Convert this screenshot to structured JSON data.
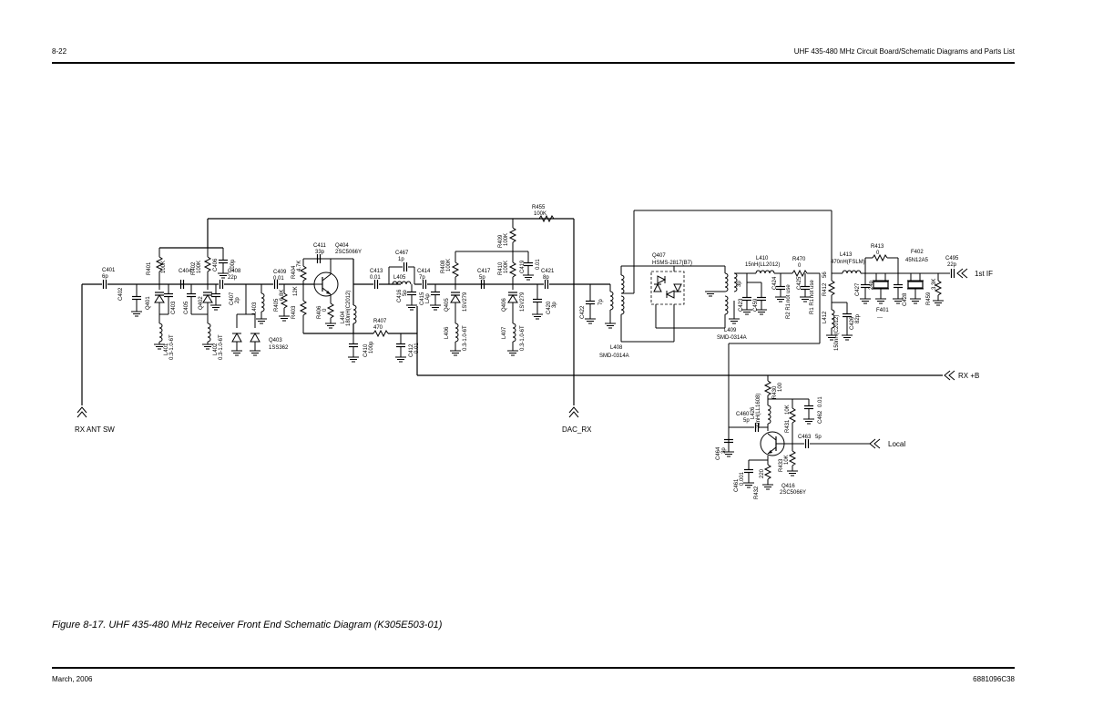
{
  "header": {
    "page_number": "8-22",
    "section_title": "UHF 435-480 MHz Circuit Board/Schematic Diagrams and Parts List"
  },
  "footer": {
    "date": "March, 2006",
    "doc_number": "6881096C38"
  },
  "caption": "Figure 8-17. UHF 435-480 MHz Receiver Front End Schematic Diagram (K305E503-01)",
  "ports": {
    "rx_ant_sw": "RX ANT SW",
    "dac_rx": "DAC_RX",
    "first_if": "1st IF",
    "rx_b": "RX +B",
    "local": "Local"
  },
  "components": {
    "C401": {
      "ref": "C401",
      "val": "6p"
    },
    "C402": {
      "ref": "C402",
      "val": "6p"
    },
    "R401": {
      "ref": "R401",
      "val": "100K"
    },
    "Q401": {
      "ref": "Q401",
      "val": "1SV279"
    },
    "C403": {
      "ref": "C403",
      "val": "NU"
    },
    "L401": {
      "ref": "L401",
      "val": "0.3-1.0-6T"
    },
    "C404": {
      "ref": "C404",
      "val": "8p"
    },
    "C405": {
      "ref": "C405",
      "val": "NU"
    },
    "R402": {
      "ref": "R402",
      "val": "100K"
    },
    "C406": {
      "ref": "C406",
      "val": "100p"
    },
    "Q402": {
      "ref": "Q402",
      "val": "1SV279"
    },
    "L402": {
      "ref": "L402",
      "val": "0.3-1.0-6T"
    },
    "C408": {
      "ref": "C408",
      "val": "22p"
    },
    "C407": {
      "ref": "C407",
      "val": "2p"
    },
    "L403": {
      "ref": "L403",
      "val": "..."
    },
    "Q403": {
      "ref": "Q403",
      "val": "1SS362"
    },
    "C409": {
      "ref": "C409",
      "val": "0.01"
    },
    "R404": {
      "ref": "R404",
      "val": "4.7K"
    },
    "R405": {
      "ref": "R405",
      "val": "6.8K"
    },
    "R403": {
      "ref": "R403",
      "val": "12K"
    },
    "C411": {
      "ref": "C411",
      "val": "33p"
    },
    "Q404": {
      "ref": "Q404",
      "val": "2SC5066Y"
    },
    "R406": {
      "ref": "R406",
      "val": "0"
    },
    "L404": {
      "ref": "L404",
      "val": "180nH(C2012)"
    },
    "R407": {
      "ref": "R407",
      "val": "470"
    },
    "C410": {
      "ref": "C410",
      "val": "100p"
    },
    "C412": {
      "ref": "C412",
      "val": "0.01"
    },
    "C413": {
      "ref": "C413",
      "val": "0.01"
    },
    "C467": {
      "ref": "C467",
      "val": "1p"
    },
    "L405": {
      "ref": "L405",
      "val": ""
    },
    "C416": {
      "ref": "C416",
      "val": "5p"
    },
    "C414": {
      "ref": "C414",
      "val": "7p"
    },
    "C415": {
      "ref": "C415",
      "val": "LAp"
    },
    "R408": {
      "ref": "R408",
      "val": "100K"
    },
    "Q405": {
      "ref": "Q405",
      "val": "1SV279"
    },
    "L406": {
      "ref": "L406",
      "val": "0.3-1.0-6T"
    },
    "C417": {
      "ref": "C417",
      "val": "5p"
    },
    "R409": {
      "ref": "R409",
      "val": "100K"
    },
    "R410": {
      "ref": "R410",
      "val": "100K"
    },
    "C419": {
      "ref": "C419",
      "val": "0.01"
    },
    "Q406": {
      "ref": "Q406",
      "val": "1SV279"
    },
    "L407": {
      "ref": "L407",
      "val": "0.3-1.0-6T"
    },
    "R455": {
      "ref": "R455",
      "val": "100K"
    },
    "C421": {
      "ref": "C421",
      "val": "8p"
    },
    "C420": {
      "ref": "C420",
      "val": "3p"
    },
    "C422": {
      "ref": "C422",
      "val": "7p"
    },
    "L408": {
      "ref": "L408",
      "val": "SMD-0314A"
    },
    "Q407": {
      "ref": "Q407",
      "val": "HSMS-2817(B7)"
    },
    "L409": {
      "ref": "L409",
      "val": "SMD-0314A"
    },
    "L410": {
      "ref": "L410",
      "val": "15nH(LL2012)"
    },
    "C423": {
      "ref": "C423",
      "val": "3p"
    },
    "C459": {
      "ref": "C459",
      "val": "..."
    },
    "C424": {
      "ref": "C424",
      "val": ""
    },
    "R470": {
      "ref": "R470",
      "val": "0"
    },
    "C425": {
      "ref": "C425",
      "val": ""
    },
    "R2R1": {
      "ref": "R2 R1",
      "val": "not use"
    },
    "R1R1": {
      "ref": "R1 R1",
      "val": "not use"
    },
    "R412": {
      "ref": "R412",
      "val": "56"
    },
    "L412": {
      "ref": "L412",
      "val": "150nH(C2012)"
    },
    "C426": {
      "ref": "C426",
      "val": "82p"
    },
    "L413": {
      "ref": "L413",
      "val": "470nH(FSLM)"
    },
    "C427": {
      "ref": "C427",
      "val": "24p"
    },
    "R413": {
      "ref": "R413",
      "val": "0"
    },
    "F401": {
      "ref": "F401",
      "val": "---"
    },
    "F402": {
      "ref": "F402",
      "val": "45N12A5"
    },
    "C428": {
      "ref": "C428",
      "val": ""
    },
    "R459": {
      "ref": "R459",
      "val": "3.3K"
    },
    "C495": {
      "ref": "C495",
      "val": "22p"
    },
    "R430": {
      "ref": "R430",
      "val": "100"
    },
    "L426": {
      "ref": "L426",
      "val": "22nH(LL1608)"
    },
    "C460": {
      "ref": "C460",
      "val": "5p"
    },
    "C464": {
      "ref": "C464",
      "val": "3p"
    },
    "R431": {
      "ref": "R431",
      "val": "10K"
    },
    "C462": {
      "ref": "C462",
      "val": "0.01"
    },
    "C463": {
      "ref": "C463",
      "val": "5p"
    },
    "R433": {
      "ref": "R433",
      "val": "10K"
    },
    "C461": {
      "ref": "C461",
      "val": "0.001"
    },
    "R432": {
      "ref": "R432",
      "val": "220"
    },
    "Q416": {
      "ref": "Q416",
      "val": "2SC5066Y"
    }
  }
}
